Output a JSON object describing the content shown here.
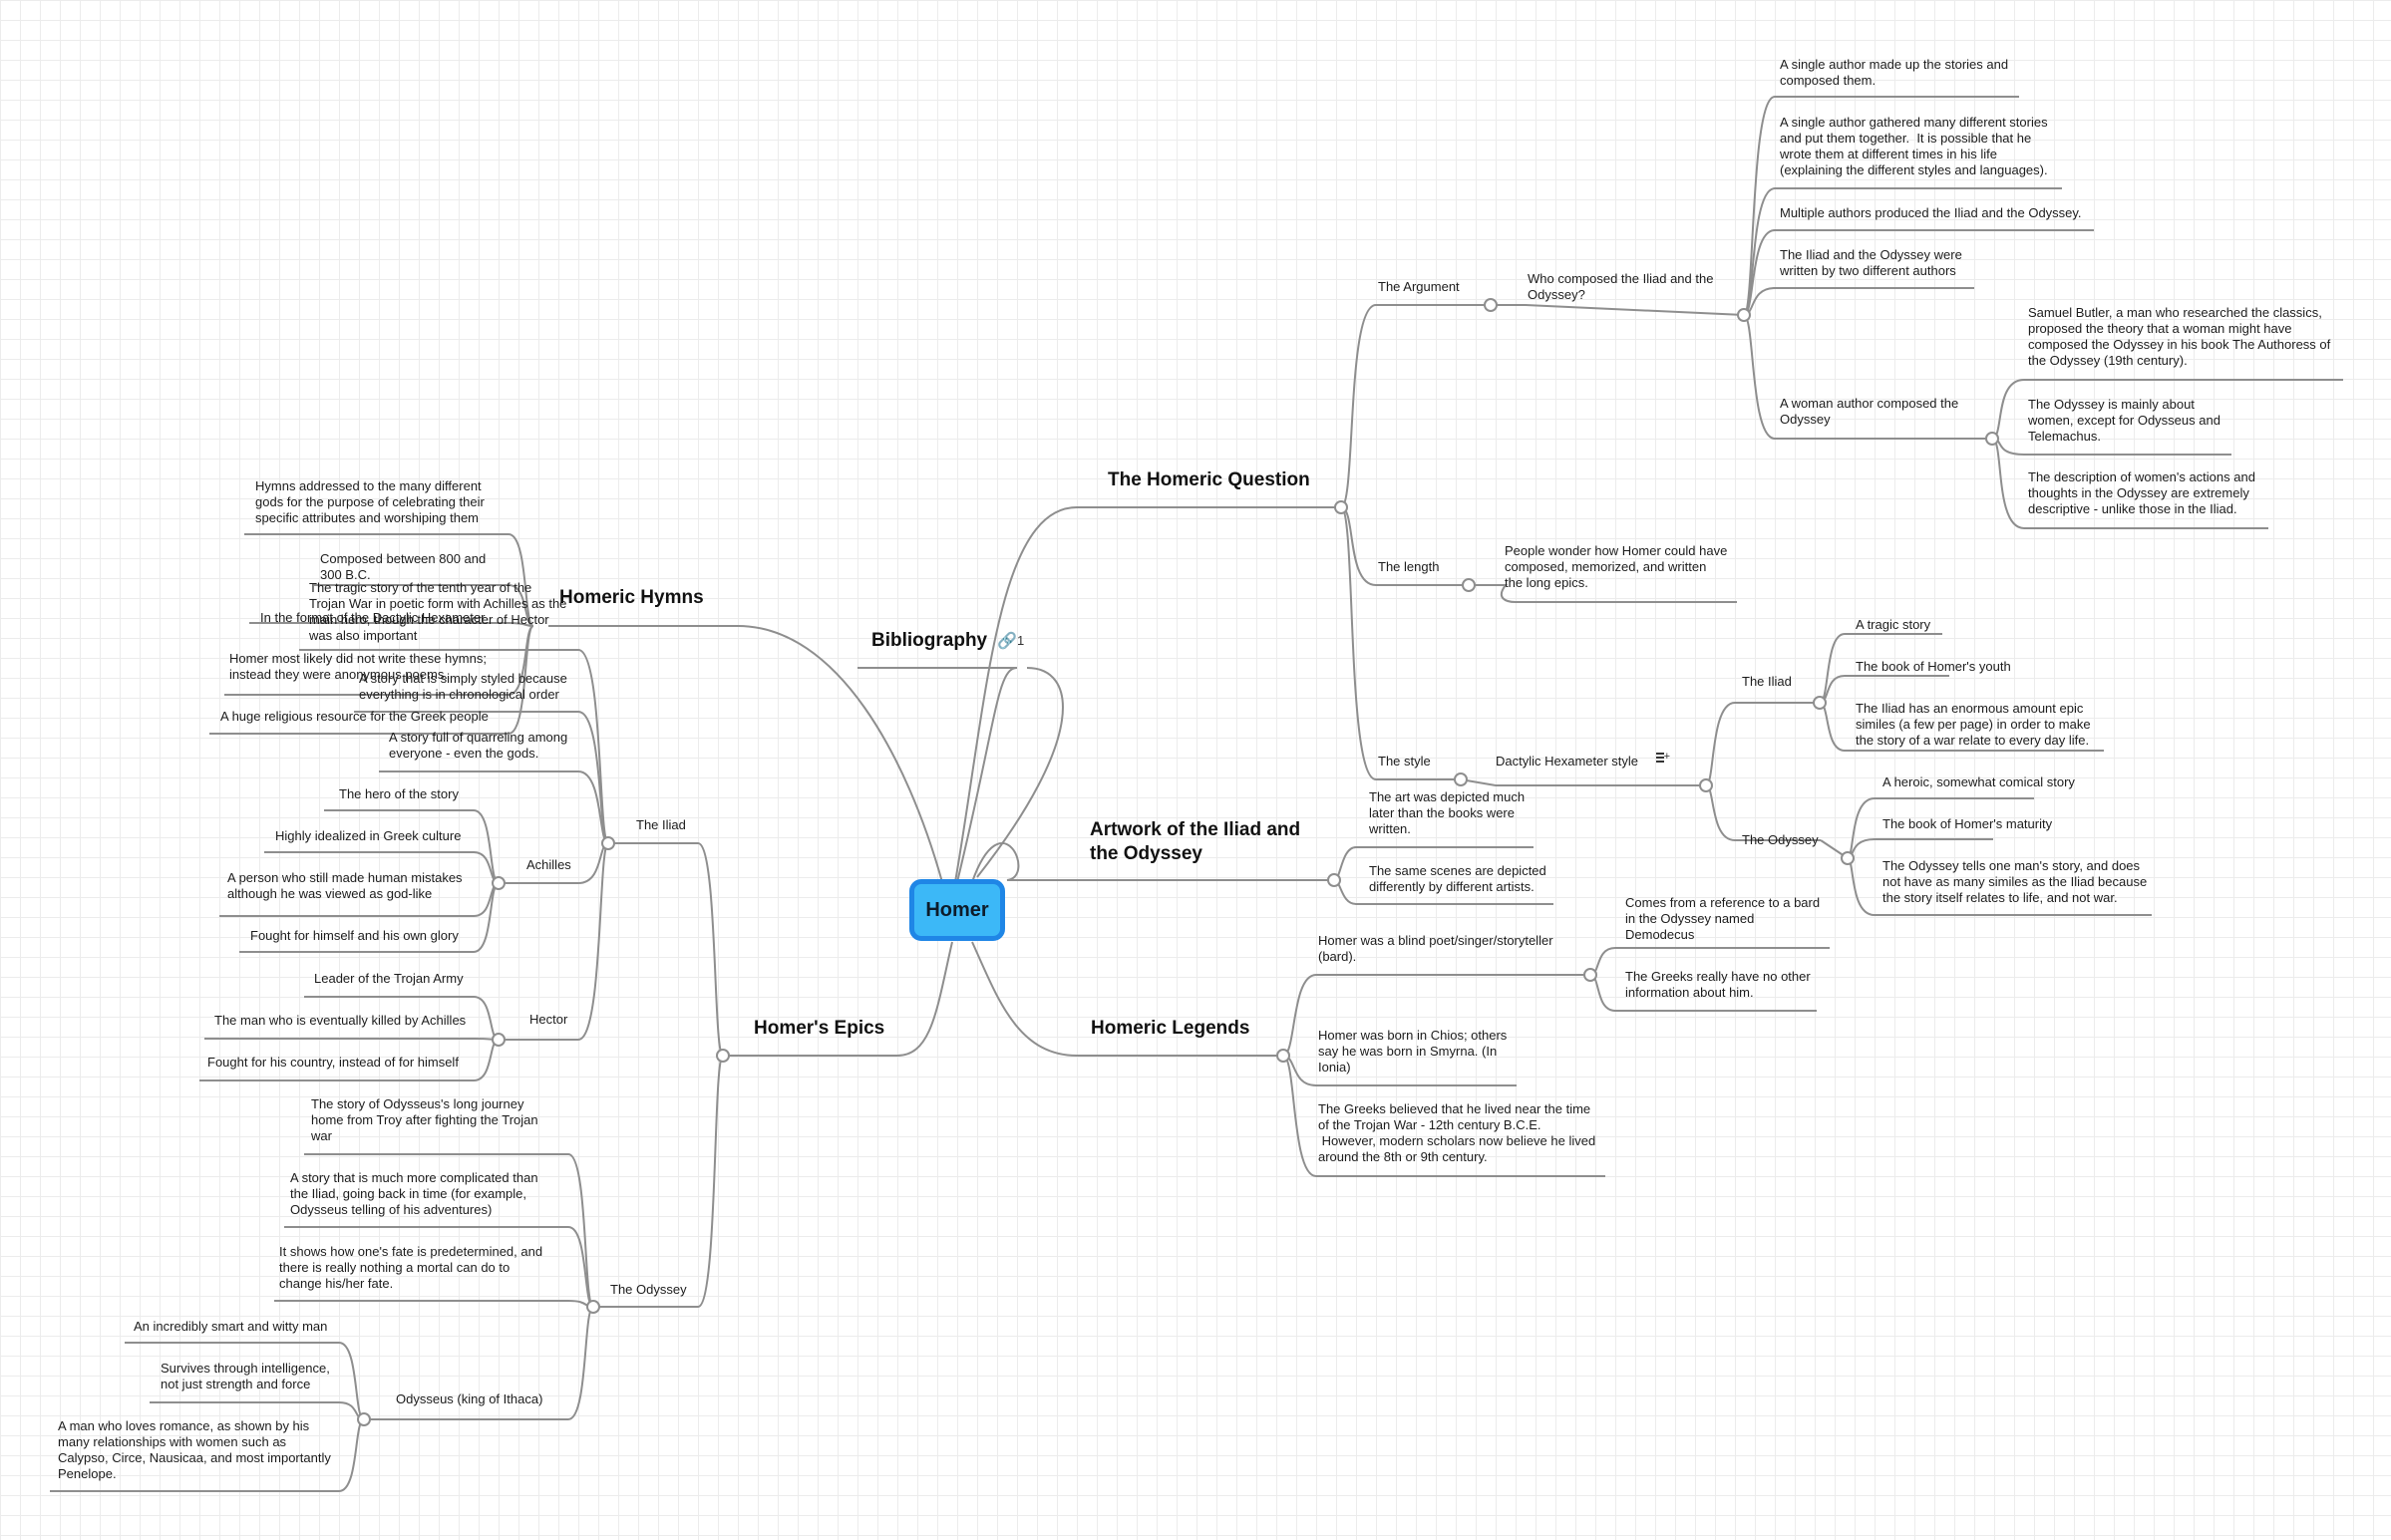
{
  "root": "Homer",
  "bibliography": {
    "label": "Bibliography",
    "link_count": "1",
    "link_icon": "link-icon"
  },
  "homeric_hymns": {
    "label": "Homeric Hymns",
    "items": [
      "Hymns addressed to the many different\ngods for the purpose of celebrating their\nspecific attributes and worshiping them",
      "Composed between 800 and\n300 B.C.",
      "In the format of the Dactylic Hexameter",
      "Homer most likely did not write these hymns;\ninstead they were anonymous poems.",
      "A huge religious resource for the Greek people"
    ]
  },
  "homeric_question": {
    "label": "The Homeric Question",
    "argument": {
      "label": "The Argument",
      "question": "Who composed the Iliad and the\nOdyssey?",
      "answers": [
        "A single author made up the stories and\ncomposed them.",
        "A single author gathered many different stories\nand put them together.  It is possible that he\nwrote them at different times in his life\n(explaining the different styles and languages).",
        "Multiple authors produced the Iliad and the Odyssey.",
        "The Iliad and the Odyssey were\nwritten by two different authors",
        "A woman author composed the\nOdyssey"
      ],
      "woman_author_details": [
        "Samuel Butler, a man who researched the classics,\nproposed the theory that a woman might have\ncomposed the Odyssey in his book The Authoress of\nthe Odyssey (19th century).",
        "The Odyssey is mainly about\nwomen, except for Odysseus and\nTelemachus.",
        "The description of women's actions and\nthoughts in the Odyssey are extremely\ndescriptive - unlike those in the Iliad."
      ]
    },
    "length": {
      "label": "The length",
      "detail": "People wonder how Homer could have\ncomposed, memorized, and written\nthe long epics."
    },
    "style": {
      "label": "The style",
      "meter": "Dactylic Hexameter style",
      "note_icon": "note-icon",
      "iliad": {
        "label": "The Iliad",
        "items": [
          "A tragic story",
          "The book of Homer's youth",
          "The Iliad has an enormous amount epic\nsimiles (a few per page) in order to make\nthe story of a war relate to every day life."
        ]
      },
      "odyssey": {
        "label": "The Odyssey",
        "items": [
          "A heroic, somewhat comical story",
          "The book of Homer's maturity",
          "The Odyssey tells one man's story, and does\nnot have as many similes as the Iliad because\nthe story itself relates to life, and not war."
        ]
      }
    }
  },
  "artwork": {
    "label": "Artwork of the Iliad and\nthe Odyssey",
    "items": [
      "The art was depicted much\nlater than the books were\nwritten.",
      "The same scenes are depicted\ndifferently by different artists."
    ]
  },
  "legends": {
    "label": "Homeric Legends",
    "blind_poet": "Homer was a blind poet/singer/storyteller\n(bard).",
    "blind_poet_details": [
      "Comes from a reference to a bard\nin the Odyssey named\nDemodecus",
      "The Greeks really have no other\ninformation about him."
    ],
    "items": [
      "Homer was born in Chios; others\nsay he was born in Smyrna. (In\nIonia)",
      "The Greeks believed that he lived near the time\nof the Trojan War - 12th century B.C.E.\n However, modern scholars now believe he lived\naround the 8th or 9th century."
    ]
  },
  "epics": {
    "label": "Homer's Epics",
    "iliad": {
      "label": "The Iliad",
      "items": [
        "The tragic story of the tenth year of the\nTrojan War in poetic form with Achilles as the\nmain hero, though the character of Hector\nwas also important",
        "A story that is simply styled because\neverything is in chronological order",
        "A story full of quarreling among\neveryone - even the gods."
      ],
      "achilles": {
        "label": "Achilles",
        "items": [
          "The hero of the story",
          "Highly idealized in Greek culture",
          "A person who still made human mistakes\nalthough he was viewed as god-like",
          "Fought for himself and his own glory"
        ]
      },
      "hector": {
        "label": "Hector",
        "items": [
          "Leader of the Trojan Army",
          "The man who is eventually killed by Achilles",
          "Fought for his country, instead of for himself"
        ]
      }
    },
    "odyssey": {
      "label": "The Odyssey",
      "items": [
        "The story of Odysseus's long journey\nhome from Troy after fighting the Trojan\nwar",
        "A story that is much more complicated than\nthe Iliad, going back in time (for example,\nOdysseus telling of his adventures)",
        "It shows how one's fate is predetermined, and\nthere is really nothing a mortal can do to\nchange his/her fate."
      ],
      "odysseus": {
        "label": "Odysseus (king of Ithaca)",
        "items": [
          "An incredibly smart and witty man",
          "Survives through intelligence,\nnot just strength and force",
          "A man who loves romance, as shown by his\nmany relationships with women such as\nCalypso, Circe, Nausicaa, and most importantly\nPenelope."
        ]
      }
    }
  }
}
